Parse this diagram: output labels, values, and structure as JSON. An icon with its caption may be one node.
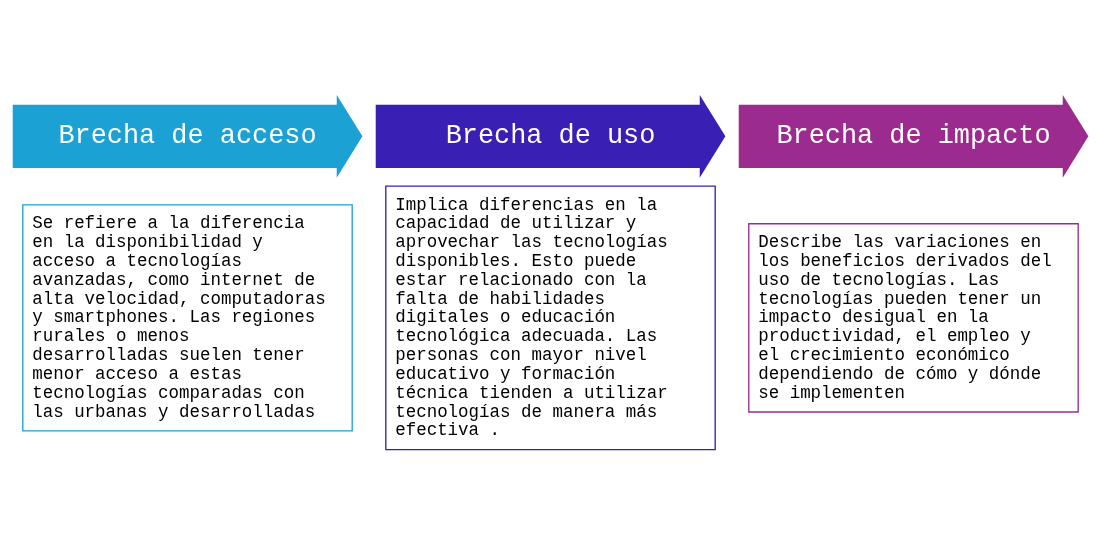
{
  "diagram": {
    "nodes": [
      {
        "text": [
          "Brecha de acceso"
        ]
      },
      {
        "text": [
          "Se refiere a la diferencia en la disponibilidad y acceso a tecnologías avanzadas, como internet de alta velocidad, computadoras y smartphones. Las regiones rurales o menos desarrolladas suelen tener menor acceso a estas tecnologías comparadas con las urbanas y desarrolladas"
        ]
      },
      {
        "text": [
          "Brecha de uso"
        ]
      },
      {
        "text": [
          "Implica diferencias en la capacidad de utilizar y aprovechar las tecnologías disponibles. Esto puede estar relacionado con la falta de habilidades digitales o educación tecnológica adecuada. Las personas con mayor nivel educativo y formación técnica tienden a utilizar tecnologías de manera más efectiva ."
        ]
      },
      {
        "text": [
          "Brecha de impacto"
        ]
      },
      {
        "text": [
          "Describe las variaciones en los beneficios derivados del uso de tecnologías. Las tecnologías pueden tener un impacto desigual en la productividad, el empleo y el crecimiento económico dependiendo de cómo y dónde se implementen"
        ]
      }
    ]
  }
}
